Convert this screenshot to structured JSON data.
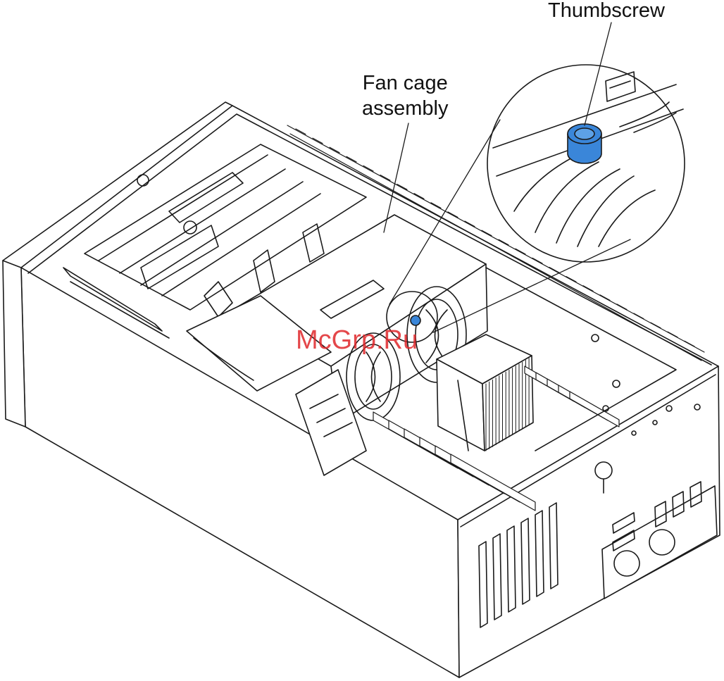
{
  "callouts": {
    "thumbscrew": "Thumbscrew",
    "fan_cage_line1": "Fan cage",
    "fan_cage_line2": "assembly"
  },
  "watermark": "McGrp.Ru",
  "colors": {
    "line": "#1a1a1a",
    "thumbscrew_fill": "#3a86d9",
    "watermark": "#e0272b"
  }
}
